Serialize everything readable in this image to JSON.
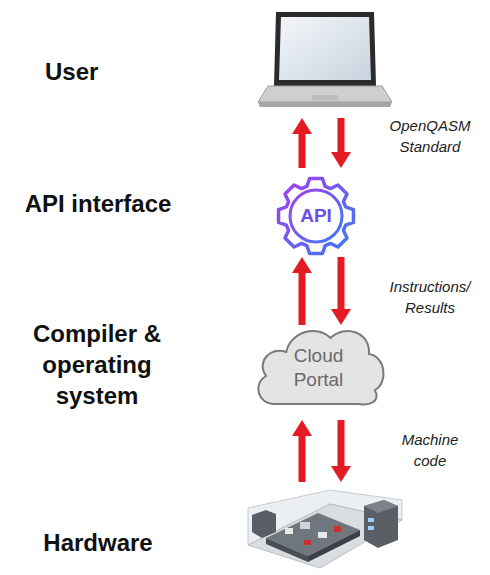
{
  "diagram": {
    "nodes": [
      {
        "text": [
          "API"
        ]
      },
      {
        "text": [
          "Cloud Portal"
        ]
      }
    ],
    "edges": [
      {
        "from": 1,
        "to": 0,
        "arrow": "to"
      },
      {
        "from": 0,
        "to": 1,
        "arrow": "to"
      }
    ],
    "labels": [
      "User",
      "OpenQASM Standard",
      "API interface",
      "Instructions/ Results",
      "Compiler & operating system",
      "Machine code",
      "Hardware"
    ]
  }
}
